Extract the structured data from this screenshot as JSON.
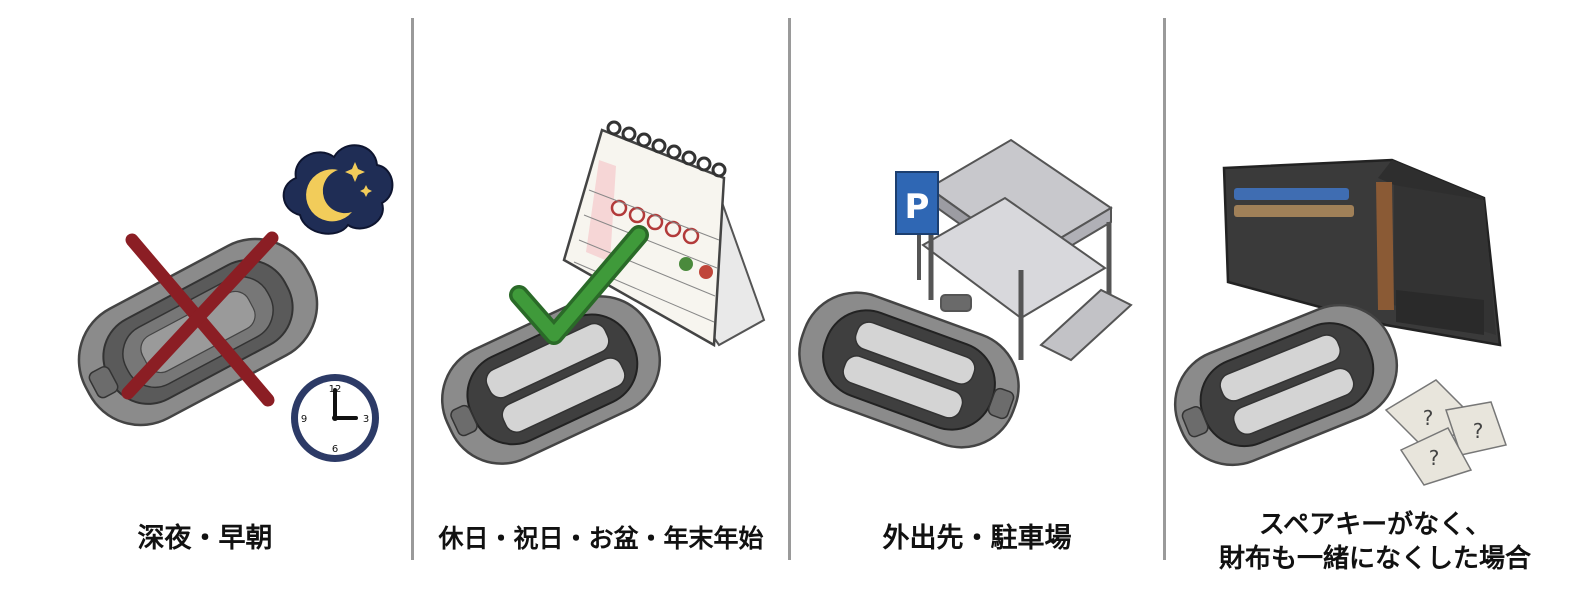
{
  "panels": [
    {
      "caption": "深夜・早朝"
    },
    {
      "caption": "休日・祝日・お盆・年末年始"
    },
    {
      "caption": "外出先・駐車場"
    },
    {
      "caption_line1": "スペアキーがなく、",
      "caption_line2": "財布も一緒になくした場合"
    }
  ],
  "parking_sign": "P",
  "clock_numbers": [
    "12",
    "3",
    "6",
    "9"
  ],
  "colors": {
    "key_body": "#8b8b8b",
    "key_face": "#3f3f3f",
    "key_button": "#d4d4d4",
    "cross_red": "#8b1e24",
    "check_green": "#3f9a3a",
    "night_navy": "#1f2d55",
    "moon_yellow": "#f2cc5a",
    "parking_blue": "#2f67b4",
    "wallet_dark": "#3a3a3a",
    "wallet_brown": "#8a5a35"
  }
}
